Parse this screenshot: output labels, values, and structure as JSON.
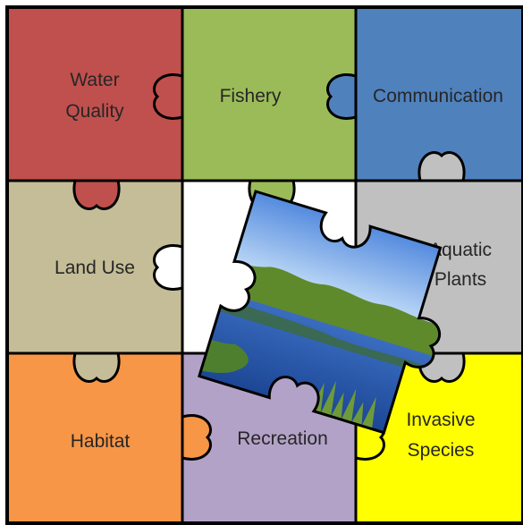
{
  "pieces": {
    "water_quality": {
      "line1": "Water",
      "line2": "Quality",
      "color": "#C0504D"
    },
    "fishery": {
      "label": "Fishery",
      "color": "#9BBB59"
    },
    "communication": {
      "label": "Communication",
      "color": "#4F81BD"
    },
    "land_use": {
      "label": "Land Use",
      "color": "#C4BD97"
    },
    "aquatic_plants": {
      "line1": "Aquatic",
      "line2": "Plants",
      "color": "#C0C0C0"
    },
    "habitat": {
      "label": "Habitat",
      "color": "#F79646"
    },
    "recreation": {
      "label": "Recreation",
      "color": "#B3A2C7"
    },
    "invasive_species": {
      "line1": "Invasive",
      "line2": "Species",
      "color": "#FFFF00"
    }
  },
  "center_piece": {
    "image": "wetland-photo",
    "colors": {
      "sky_top": "#2F6FD6",
      "sky_bottom": "#CFE6FA",
      "trees": "#5E8A2C",
      "water": "#1F4FA8"
    }
  },
  "outline_color": "#000000"
}
